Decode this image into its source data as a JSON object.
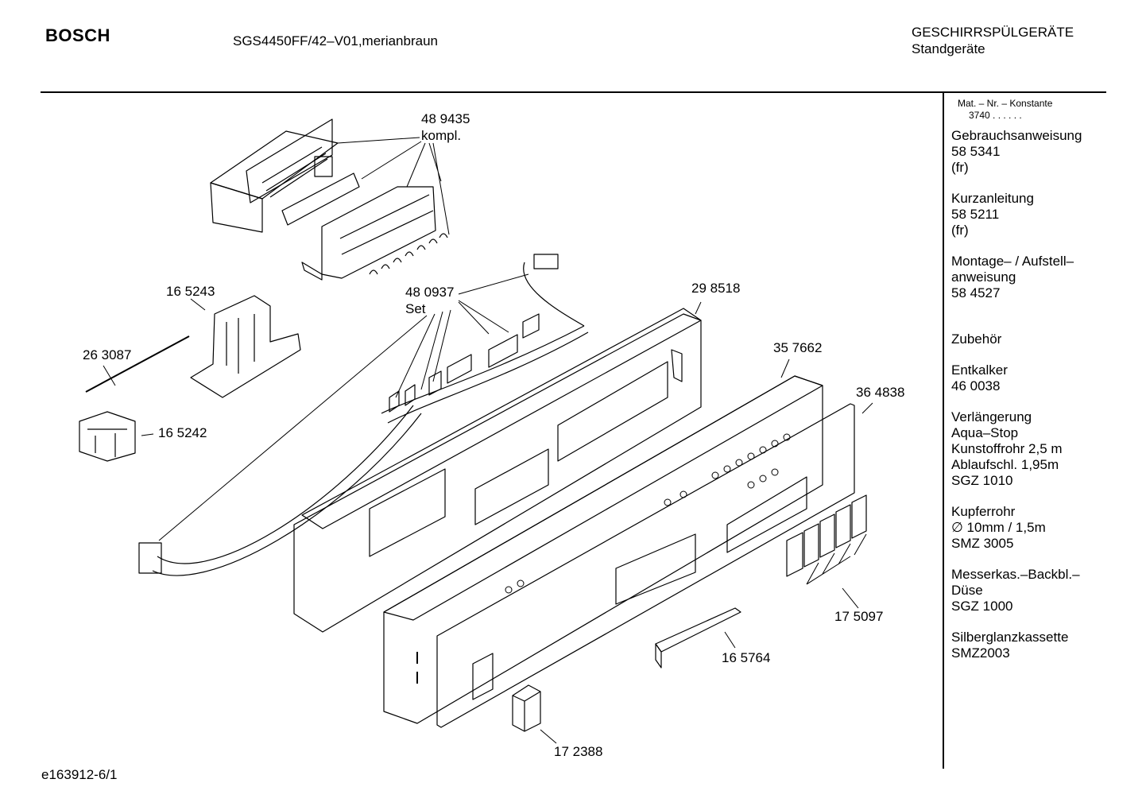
{
  "header": {
    "brand": "BOSCH",
    "model": "SGS4450FF/42–V01,merianbraun",
    "category_line1": "GESCHIRRSPÜLGERÄTE",
    "category_line2": "Standgeräte"
  },
  "sidebar": {
    "matnr_label": "Mat. – Nr. – Konstante",
    "matnr_value": "3740 .  .  .  .  .  .",
    "entries": [
      {
        "lines": [
          "Gebrauchsanweisung",
          "58 5341",
          "(fr)"
        ]
      },
      {
        "lines": [
          "Kurzanleitung",
          "58 5211",
          "(fr)"
        ]
      },
      {
        "lines": [
          "Montage– / Aufstell–",
          "anweisung",
          "58 4527"
        ]
      },
      {
        "lines": [
          "Zubehör"
        ]
      },
      {
        "lines": [
          "Entkalker",
          "46 0038"
        ]
      },
      {
        "lines": [
          "Verlängerung",
          "Aqua–Stop",
          "Kunstoffrohr 2,5 m",
          "Ablaufschl. 1,95m",
          "SGZ 1010"
        ]
      },
      {
        "lines": [
          "Kupferrohr",
          "∅ 10mm / 1,5m",
          "SMZ 3005"
        ]
      },
      {
        "lines": [
          "Messerkas.–Backbl.–",
          "Düse",
          "SGZ 1000"
        ]
      },
      {
        "lines": [
          "Silberglanzkassette",
          "SMZ2003"
        ]
      }
    ]
  },
  "parts": {
    "p489435": "48 9435",
    "p489435_note": "kompl.",
    "p480937": "48 0937",
    "p480937_note": "Set",
    "p165243": "16 5243",
    "p263087": "26 3087",
    "p165242": "16 5242",
    "p298518": "29 8518",
    "p357662": "35 7662",
    "p364838": "36 4838",
    "p175097": "17 5097",
    "p165764": "16 5764",
    "p172388": "17 2388"
  },
  "footer": {
    "ref": "e163912-6/1"
  }
}
